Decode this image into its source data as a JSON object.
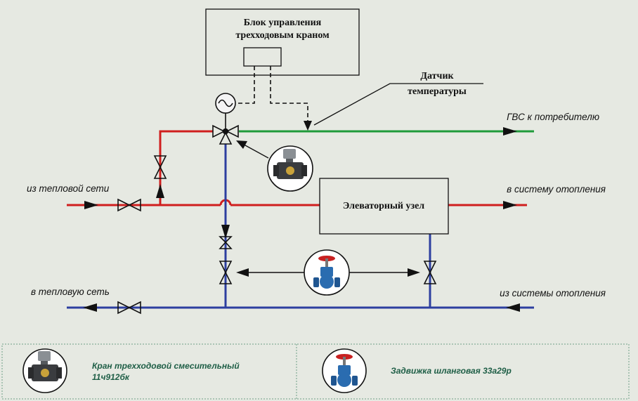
{
  "labels": {
    "control_block_line1": "Блок управления",
    "control_block_line2": "трехходовым краном",
    "sensor_line1": "Датчик",
    "sensor_line2": "температуры",
    "hot_water_out": "ГВС к потребителю",
    "from_heat_network": "из тепловой сети",
    "to_heating_system": "в систему отопления",
    "elevator_unit": "Элеваторный узел",
    "to_heat_network": "в тепловую сеть",
    "from_heating_system": "из системы отопления"
  },
  "legend": {
    "item1_line1": "Кран трехходовой смесительный",
    "item1_line2": "11ч912бк",
    "item2": "Задвижка шланговая 33а29р"
  },
  "colors": {
    "background": "#e6e9e2",
    "supply_line": "#d01e1e",
    "return_line": "#2d3fa0",
    "hot_water_line": "#1f9a3a",
    "legend_text": "#1e5e46"
  },
  "icons": {
    "mixing_valve": "three-way-mixing-valve-icon",
    "gate_valve": "gate-valve-icon",
    "actuator": "actuator-motor-icon"
  }
}
